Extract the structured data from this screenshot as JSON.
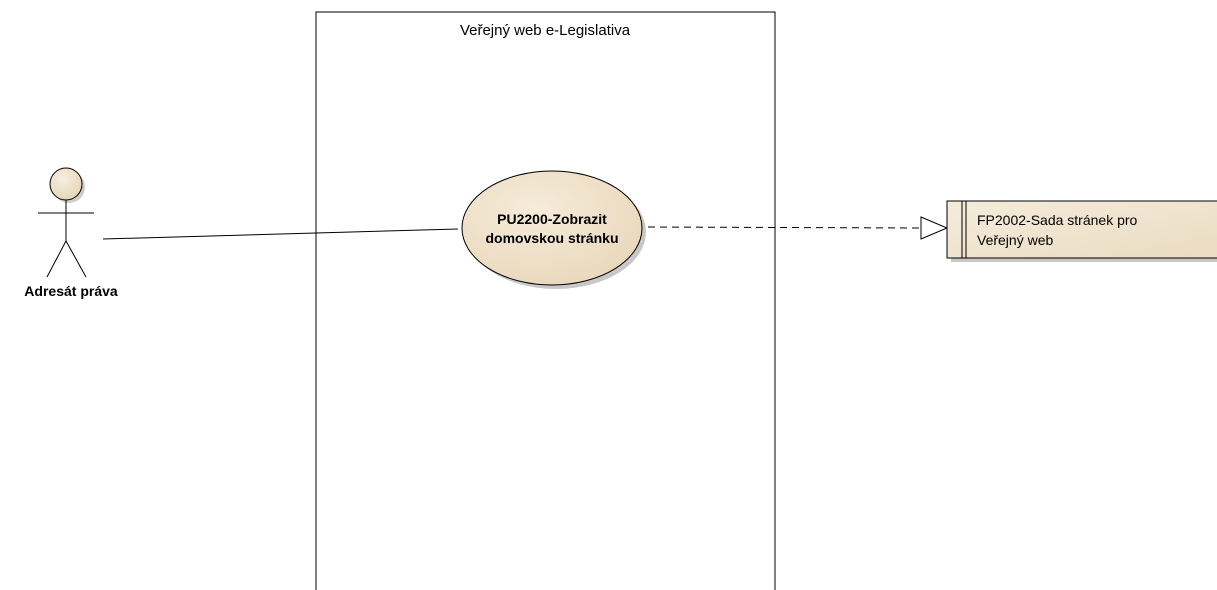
{
  "system_boundary": {
    "title": "Veřejný web e-Legislativa"
  },
  "actor": {
    "name": "Adresát práva",
    "icon": "stick-figure-actor-icon",
    "fill": "#ecdcc4"
  },
  "use_case": {
    "line1": "PU2200-Zobrazit",
    "line2": "domovskou stránku",
    "fill": "#ecdcc4"
  },
  "component": {
    "line1": "FP2002-Sada stránek pro",
    "line2": "Veřejný web",
    "fill": "#efe3cf"
  },
  "relations": {
    "association": "actor-to-use-case",
    "realization": "use-case-to-component"
  }
}
